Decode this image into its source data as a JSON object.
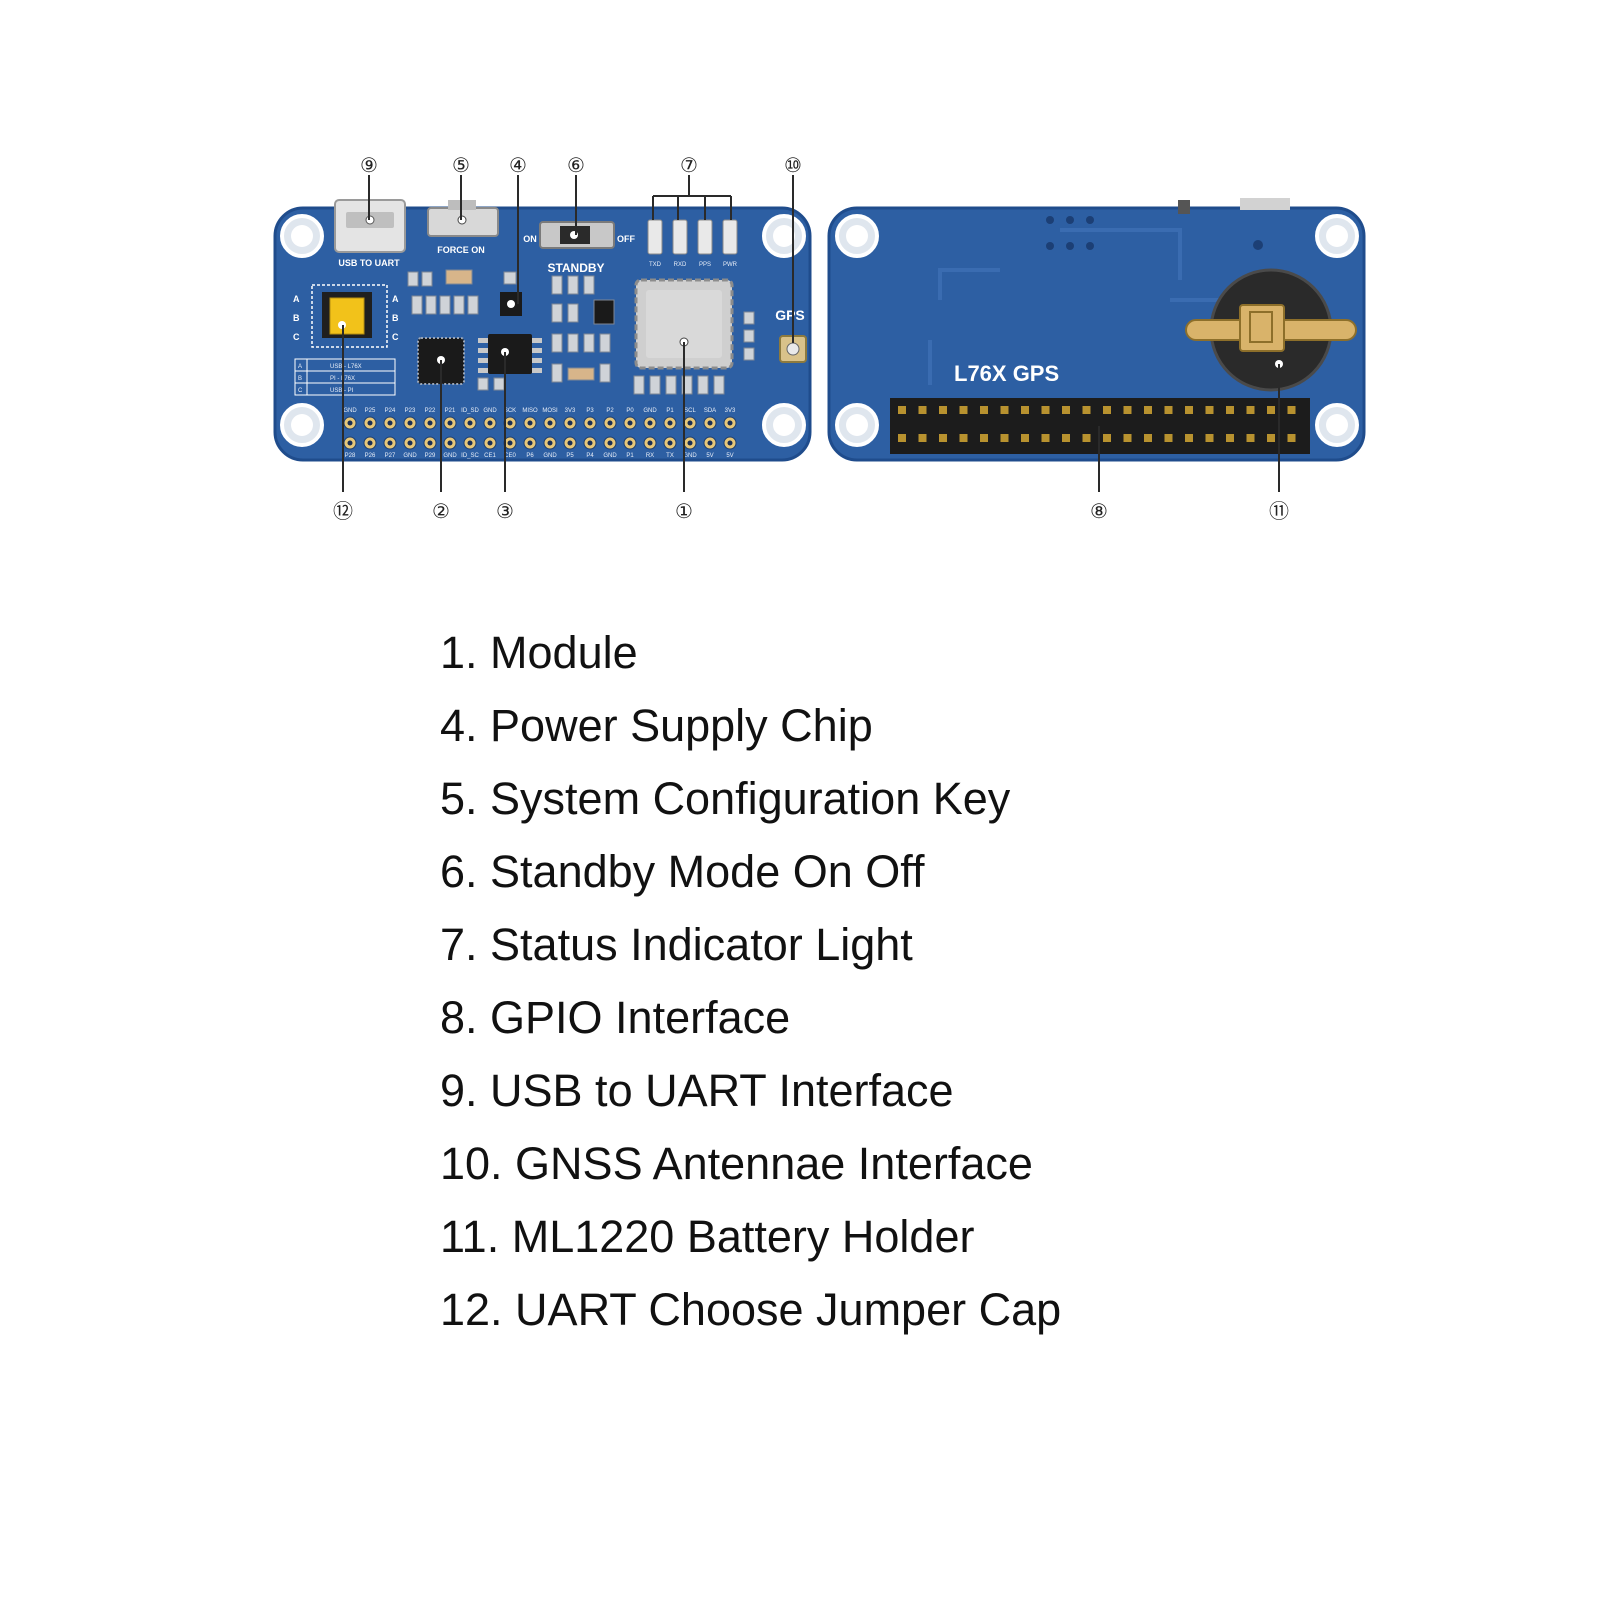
{
  "callouts": {
    "c1": "①",
    "c2": "②",
    "c3": "③",
    "c4": "④",
    "c5": "⑤",
    "c6": "⑥",
    "c7": "⑦",
    "c8": "⑧",
    "c9": "⑨",
    "c10": "⑩",
    "c11": "⑪",
    "c12": "⑫"
  },
  "front_board": {
    "usb_label": "USB TO UART",
    "force_on_label": "FORCE ON",
    "on_label": "ON",
    "off_label": "OFF",
    "standby_label": "STANDBY",
    "leds": [
      "TXD",
      "RXD",
      "PPS",
      "PWR"
    ],
    "gps_label": "GPS",
    "jumper_rows": [
      "A",
      "B",
      "C"
    ],
    "uart_table": [
      {
        "key": "A",
        "value": "USB - L76X"
      },
      {
        "key": "B",
        "value": "PI - L76X"
      },
      {
        "key": "C",
        "value": "USB - PI"
      }
    ],
    "pins_top": [
      "GND",
      "P25",
      "P24",
      "P23",
      "P22",
      "P21",
      "ID_SD",
      "GND",
      "SCK",
      "MISO",
      "MOSI",
      "3V3",
      "P3",
      "P2",
      "P0",
      "GND",
      "P1",
      "SCL",
      "SDA",
      "3V3"
    ],
    "pins_bottom": [
      "P28",
      "P26",
      "P27",
      "GND",
      "P29",
      "GND",
      "ID_SC",
      "CE1",
      "CE0",
      "P6",
      "GND",
      "P5",
      "P4",
      "GND",
      "P1",
      "RX",
      "TX",
      "GND",
      "5V",
      "5V"
    ]
  },
  "back_board": {
    "product_label": "L76X GPS"
  },
  "legend": [
    "1. Module",
    "4. Power Supply Chip",
    "5. System Configuration Key",
    "6. Standby Mode On Off",
    "7. Status Indicator Light",
    "8. GPIO Interface",
    "9. USB to UART Interface",
    "10. GNSS Antennae Interface",
    "11. ML1220 Battery Holder",
    "12. UART Choose Jumper Cap"
  ],
  "colors": {
    "pcb": "#2d5fa3",
    "pcb_edge": "#1f4c8c",
    "pin_header": "#1c1c1c",
    "gold": "#c9a23a",
    "jumper": "#f2c21a"
  }
}
